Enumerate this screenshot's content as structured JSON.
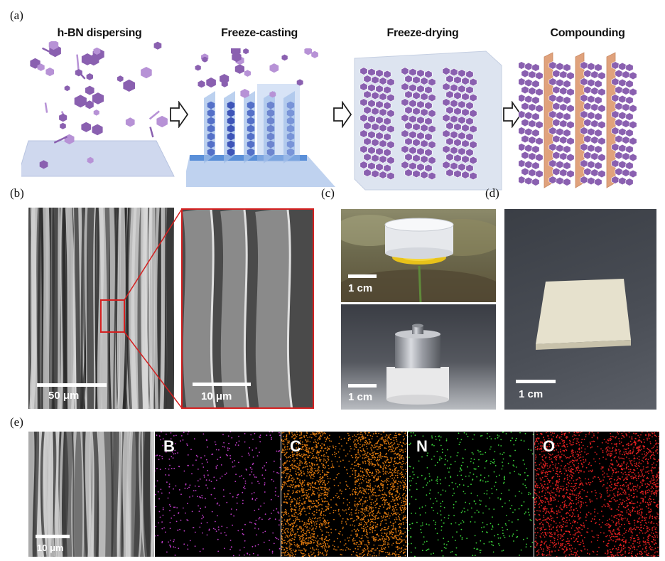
{
  "figure": {
    "panel_a": {
      "letter": "(a)",
      "steps": [
        {
          "title": "h-BN dispersing"
        },
        {
          "title": "Freeze-casting"
        },
        {
          "title": "Freeze-drying"
        },
        {
          "title": "Compounding"
        }
      ]
    },
    "panel_b": {
      "letter": "(b)",
      "left_scale": "50 μm",
      "right_scale": "10 μm"
    },
    "panel_c": {
      "letter": "(c)",
      "top_scale": "1 cm",
      "bottom_scale": "1 cm"
    },
    "panel_d": {
      "letter": "(d)",
      "scale": "1 cm"
    },
    "panel_e": {
      "letter": "(e)",
      "sem_scale": "10 μm",
      "maps": [
        {
          "element": "B",
          "color": "#c03cc8"
        },
        {
          "element": "C",
          "color": "#d9760f"
        },
        {
          "element": "N",
          "color": "#3ad23a"
        },
        {
          "element": "O",
          "color": "#e02020"
        }
      ]
    },
    "colors": {
      "hbn_flake": "#8a60b0",
      "hbn_light": "#b792d6",
      "ice": "#5470c8",
      "polymer": "#e0a27c",
      "zoom_box": "#d42020"
    }
  }
}
